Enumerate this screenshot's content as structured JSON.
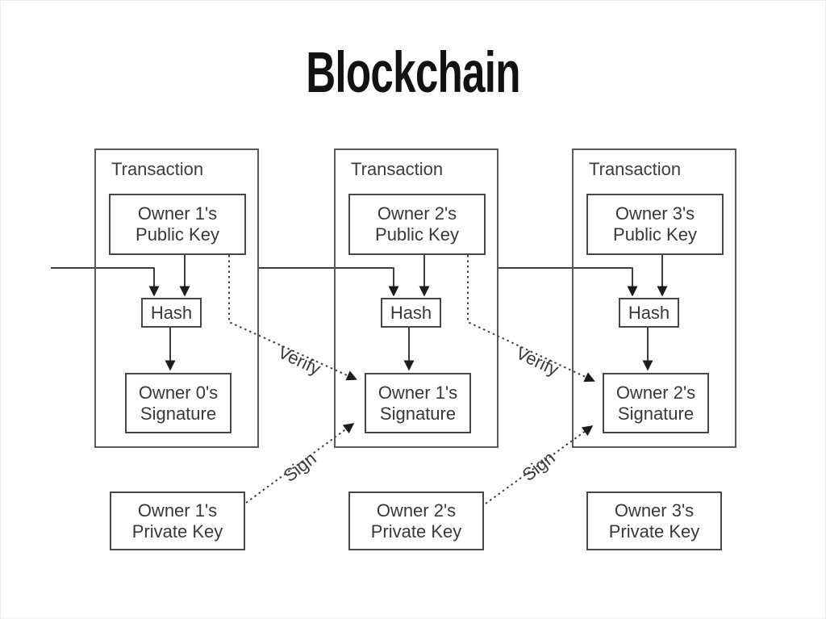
{
  "title": "Blockchain",
  "colors": {
    "line": "#3d3d3d",
    "arrowhead": "#1c1c1c",
    "text": "#383838",
    "background": "#ffffff"
  },
  "transactions": [
    {
      "label": "Transaction",
      "public_key_line1": "Owner 1's",
      "public_key_line2": "Public Key",
      "hash_label": "Hash",
      "signature_line1": "Owner 0's",
      "signature_line2": "Signature"
    },
    {
      "label": "Transaction",
      "public_key_line1": "Owner 2's",
      "public_key_line2": "Public Key",
      "hash_label": "Hash",
      "signature_line1": "Owner 1's",
      "signature_line2": "Signature"
    },
    {
      "label": "Transaction",
      "public_key_line1": "Owner 3's",
      "public_key_line2": "Public Key",
      "hash_label": "Hash",
      "signature_line1": "Owner 2's",
      "signature_line2": "Signature"
    }
  ],
  "private_keys": [
    {
      "line1": "Owner 1's",
      "line2": "Private Key"
    },
    {
      "line1": "Owner 2's",
      "line2": "Private Key"
    },
    {
      "line1": "Owner 3's",
      "line2": "Private Key"
    }
  ],
  "connector_labels": {
    "verify_1": "Verify",
    "verify_2": "Verify",
    "sign_1": "Sign",
    "sign_2": "Sign"
  }
}
